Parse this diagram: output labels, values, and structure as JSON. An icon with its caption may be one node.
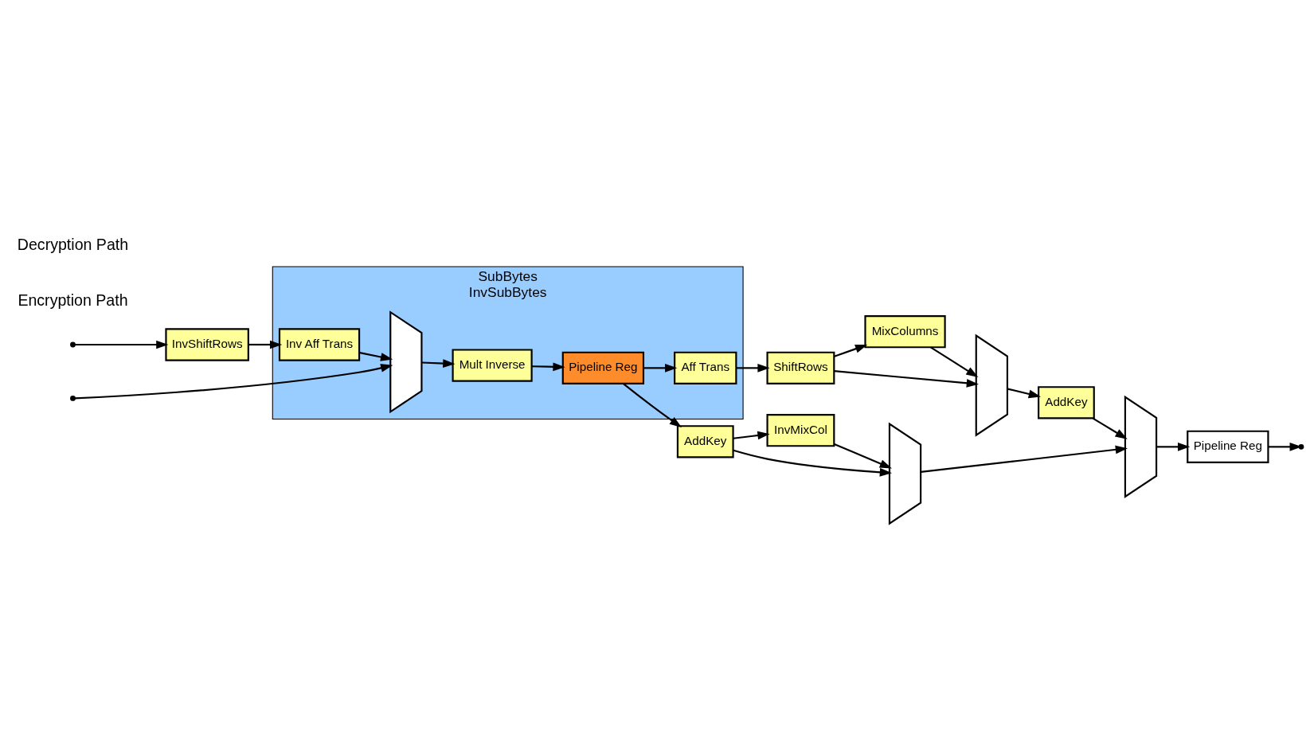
{
  "diagram": {
    "nodes": [
      {
        "text": [
          "SubBytes",
          "InvSubBytes"
        ]
      },
      {
        "text": [],
        "shape": "trapezoid",
        "in": 0
      },
      {
        "text": [
          "Mult Inverse"
        ],
        "in": 0
      },
      {
        "text": [
          "Pipeline Reg"
        ],
        "in": 0
      },
      {
        "text": [
          "Aff Trans"
        ],
        "in": 0
      },
      {
        "text": [
          "Inv Aff Trans"
        ],
        "in": 0
      },
      {
        "text": [
          "InvShiftRows"
        ]
      },
      {
        "text": [
          "ShiftRows"
        ]
      },
      {
        "text": [
          "MixColumns"
        ]
      },
      {
        "text": [],
        "shape": "trapezoid"
      },
      {
        "text": [
          "AddKey"
        ]
      },
      {
        "text": [
          "AddKey"
        ]
      },
      {
        "text": [
          "InvMixCol"
        ]
      },
      {
        "text": [],
        "shape": "trapezoid"
      },
      {
        "text": [],
        "shape": "trapezoid"
      },
      {
        "text": [
          "Pipeline Reg"
        ]
      }
    ],
    "edges": [
      {
        "from": null,
        "to": 1,
        "arrow": "to"
      },
      {
        "from": null,
        "to": 6,
        "arrow": "to"
      },
      {
        "from": 6,
        "to": 5,
        "arrow": "to"
      },
      {
        "from": 5,
        "to": 1,
        "arrow": "to"
      },
      {
        "from": 1,
        "to": 2,
        "arrow": "to"
      },
      {
        "from": 2,
        "to": 3,
        "arrow": "to"
      },
      {
        "from": 3,
        "to": 4,
        "arrow": "to"
      },
      {
        "from": 3,
        "to": 11,
        "arrow": "to"
      },
      {
        "from": 4,
        "to": 7,
        "arrow": "to"
      },
      {
        "from": 7,
        "to": 8,
        "arrow": "to"
      },
      {
        "from": 7,
        "to": 9,
        "arrow": "to"
      },
      {
        "from": 8,
        "to": 9,
        "arrow": "to"
      },
      {
        "from": 9,
        "to": 10,
        "arrow": "to"
      },
      {
        "from": 10,
        "to": 14,
        "arrow": "to"
      },
      {
        "from": 11,
        "to": 12,
        "arrow": "to"
      },
      {
        "from": 11,
        "to": 13,
        "arrow": "to"
      },
      {
        "from": 12,
        "to": 13,
        "arrow": "to"
      },
      {
        "from": 13,
        "to": 14,
        "arrow": "to"
      },
      {
        "from": 14,
        "to": 15,
        "arrow": "to"
      },
      {
        "from": 15,
        "to": null,
        "arrow": "to"
      }
    ],
    "labels": [
      "Encryption Path",
      "Decryption Path"
    ]
  }
}
